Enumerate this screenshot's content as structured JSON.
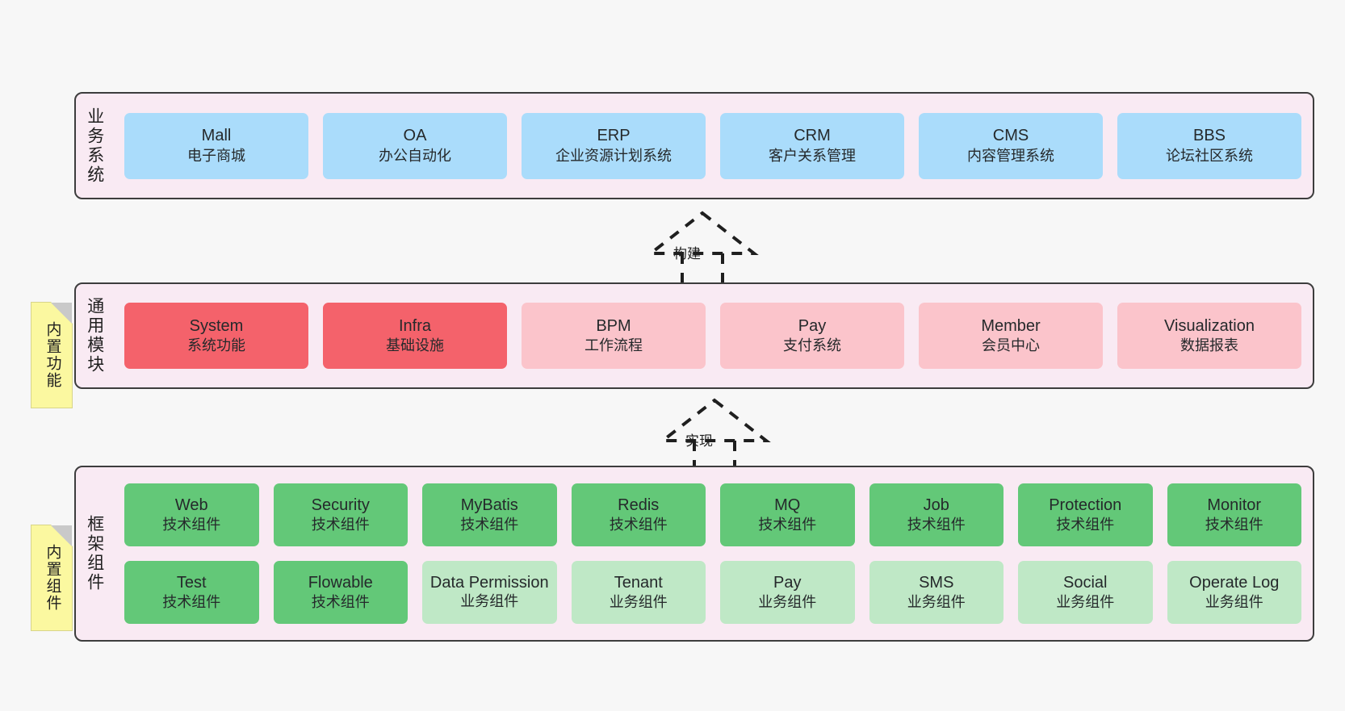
{
  "diagram": {
    "background": "#f7f7f7",
    "panel_fill": "#f9eaf3",
    "panel_stroke": "#3d3d3d"
  },
  "layers": [
    {
      "id": "business",
      "title": "业务系统",
      "note": null,
      "rows": [
        {
          "cards": [
            {
              "en": "Mall",
              "cn": "电子商城",
              "color": "#aadcfb",
              "style": "c-blue"
            },
            {
              "en": "OA",
              "cn": "办公自动化",
              "color": "#aadcfb",
              "style": "c-blue"
            },
            {
              "en": "ERP",
              "cn": "企业资源计划系统",
              "color": "#aadcfb",
              "style": "c-blue"
            },
            {
              "en": "CRM",
              "cn": "客户关系管理",
              "color": "#aadcfb",
              "style": "c-blue"
            },
            {
              "en": "CMS",
              "cn": "内容管理系统",
              "color": "#aadcfb",
              "style": "c-blue"
            },
            {
              "en": "BBS",
              "cn": "论坛社区系统",
              "color": "#aadcfb",
              "style": "c-blue"
            }
          ]
        }
      ]
    },
    {
      "id": "common-modules",
      "title": "通用模块",
      "note": "内置功能",
      "rows": [
        {
          "cards": [
            {
              "en": "System",
              "cn": "系统功能",
              "color": "#f4626b",
              "style": "c-red"
            },
            {
              "en": "Infra",
              "cn": "基础设施",
              "color": "#f4626b",
              "style": "c-red"
            },
            {
              "en": "BPM",
              "cn": "工作流程",
              "color": "#fbc4cb",
              "style": "c-pink"
            },
            {
              "en": "Pay",
              "cn": "支付系统",
              "color": "#fbc4cb",
              "style": "c-pink"
            },
            {
              "en": "Member",
              "cn": "会员中心",
              "color": "#fbc4cb",
              "style": "c-pink"
            },
            {
              "en": "Visualization",
              "cn": "数据报表",
              "color": "#fbc4cb",
              "style": "c-pink"
            }
          ]
        }
      ]
    },
    {
      "id": "framework-components",
      "title": "框架组件",
      "note": "内置组件",
      "rows": [
        {
          "cards": [
            {
              "en": "Web",
              "cn": "技术组件",
              "color": "#63c878",
              "style": "c-green"
            },
            {
              "en": "Security",
              "cn": "技术组件",
              "color": "#63c878",
              "style": "c-green"
            },
            {
              "en": "MyBatis",
              "cn": "技术组件",
              "color": "#63c878",
              "style": "c-green"
            },
            {
              "en": "Redis",
              "cn": "技术组件",
              "color": "#63c878",
              "style": "c-green"
            },
            {
              "en": "MQ",
              "cn": "技术组件",
              "color": "#63c878",
              "style": "c-green"
            },
            {
              "en": "Job",
              "cn": "技术组件",
              "color": "#63c878",
              "style": "c-green"
            },
            {
              "en": "Protection",
              "cn": "技术组件",
              "color": "#63c878",
              "style": "c-green"
            },
            {
              "en": "Monitor",
              "cn": "技术组件",
              "color": "#63c878",
              "style": "c-green"
            }
          ]
        },
        {
          "cards": [
            {
              "en": "Test",
              "cn": "技术组件",
              "color": "#63c878",
              "style": "c-green"
            },
            {
              "en": "Flowable",
              "cn": "技术组件",
              "color": "#63c878",
              "style": "c-green"
            },
            {
              "en": "Data Permission",
              "cn": "业务组件",
              "color": "#bfe8c6",
              "style": "c-greenlight"
            },
            {
              "en": "Tenant",
              "cn": "业务组件",
              "color": "#bfe8c6",
              "style": "c-greenlight"
            },
            {
              "en": "Pay",
              "cn": "业务组件",
              "color": "#bfe8c6",
              "style": "c-greenlight"
            },
            {
              "en": "SMS",
              "cn": "业务组件",
              "color": "#bfe8c6",
              "style": "c-greenlight"
            },
            {
              "en": "Social",
              "cn": "业务组件",
              "color": "#bfe8c6",
              "style": "c-greenlight"
            },
            {
              "en": "Operate Log",
              "cn": "业务组件",
              "color": "#bfe8c6",
              "style": "c-greenlight"
            }
          ]
        }
      ]
    }
  ],
  "connectors": [
    {
      "id": "build",
      "label": "构建",
      "from": "common-modules",
      "to": "business"
    },
    {
      "id": "implement",
      "label": "实现",
      "from": "framework-components",
      "to": "common-modules"
    }
  ]
}
